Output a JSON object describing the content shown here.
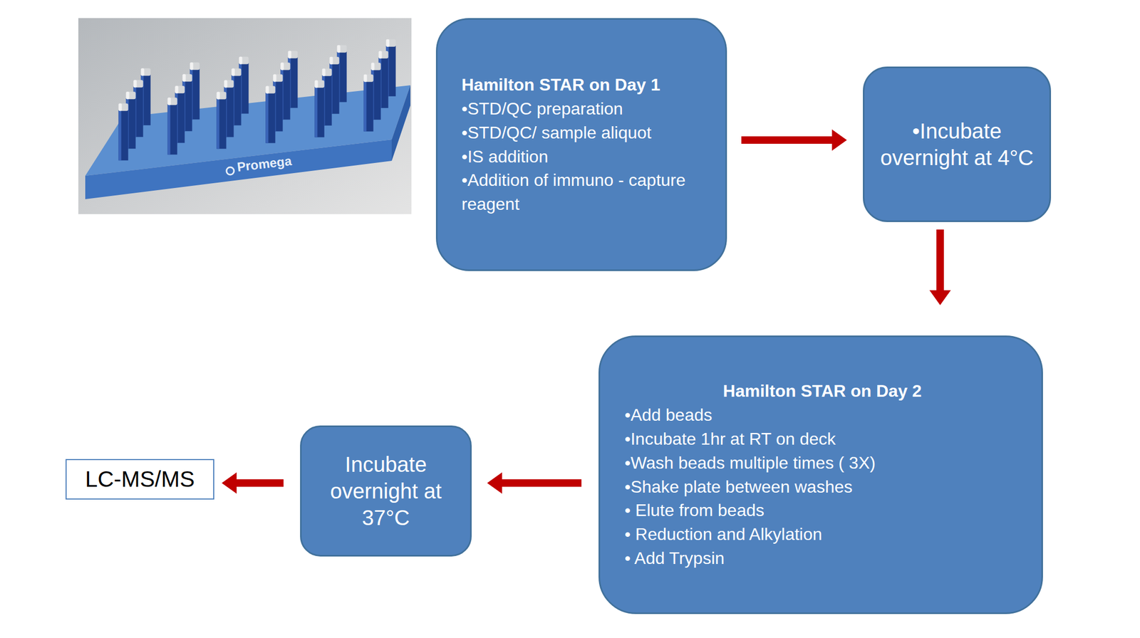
{
  "diagram": {
    "nodes": [
      {
        "text": [
          "Hamilton STAR on Day 1",
          "•STD/QC preparation",
          "•STD/QC/ sample aliquot",
          "•IS addition",
          "•Addition of immuno - capture reagent"
        ]
      },
      {
        "text": [
          "•Incubate overnight at 4°C"
        ]
      },
      {
        "text": [
          "Hamilton STAR on Day 2",
          "•Add beads",
          "•Incubate 1hr at RT on deck",
          "•Wash beads multiple times ( 3X)",
          "•Shake plate between washes",
          "• Elute from beads",
          "• Reduction and Alkylation",
          "• Add Trypsin"
        ]
      },
      {
        "text": [
          "Incubate overnight at 37°C"
        ]
      },
      {
        "text": [
          "LC-MS/MS"
        ]
      }
    ],
    "edges": [
      {
        "from": 0,
        "to": 1,
        "arrow": "to"
      },
      {
        "from": 1,
        "to": 2,
        "arrow": "to"
      },
      {
        "from": 2,
        "to": 3,
        "arrow": "to"
      },
      {
        "from": 3,
        "to": 4,
        "arrow": "to"
      }
    ],
    "labels": [
      "Promega"
    ]
  }
}
